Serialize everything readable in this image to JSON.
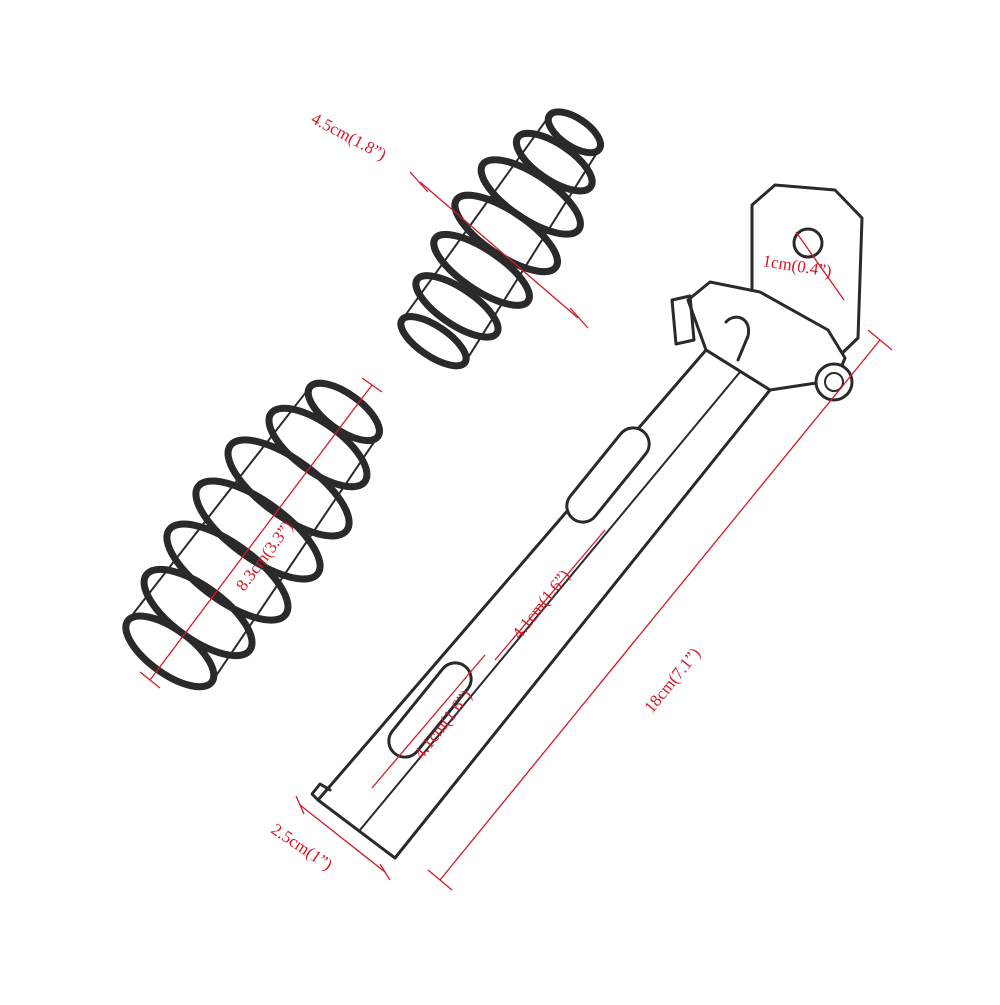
{
  "colors": {
    "dimension": "#d11a2a",
    "ink": "#2a2a2a",
    "background": "#ffffff"
  },
  "dimensions": {
    "spring_top_width": "4.5cm(1.8”)",
    "spring_length": "8.3cm(3.3”)",
    "bracket_hole": "1cm(0.4”)",
    "bracket_length": "18cm(7.1”)",
    "slot_upper": "4.1cm(1.6”)",
    "slot_lower": "4.1cm(1.6”)",
    "bracket_width": "2.5cm(1”)"
  }
}
